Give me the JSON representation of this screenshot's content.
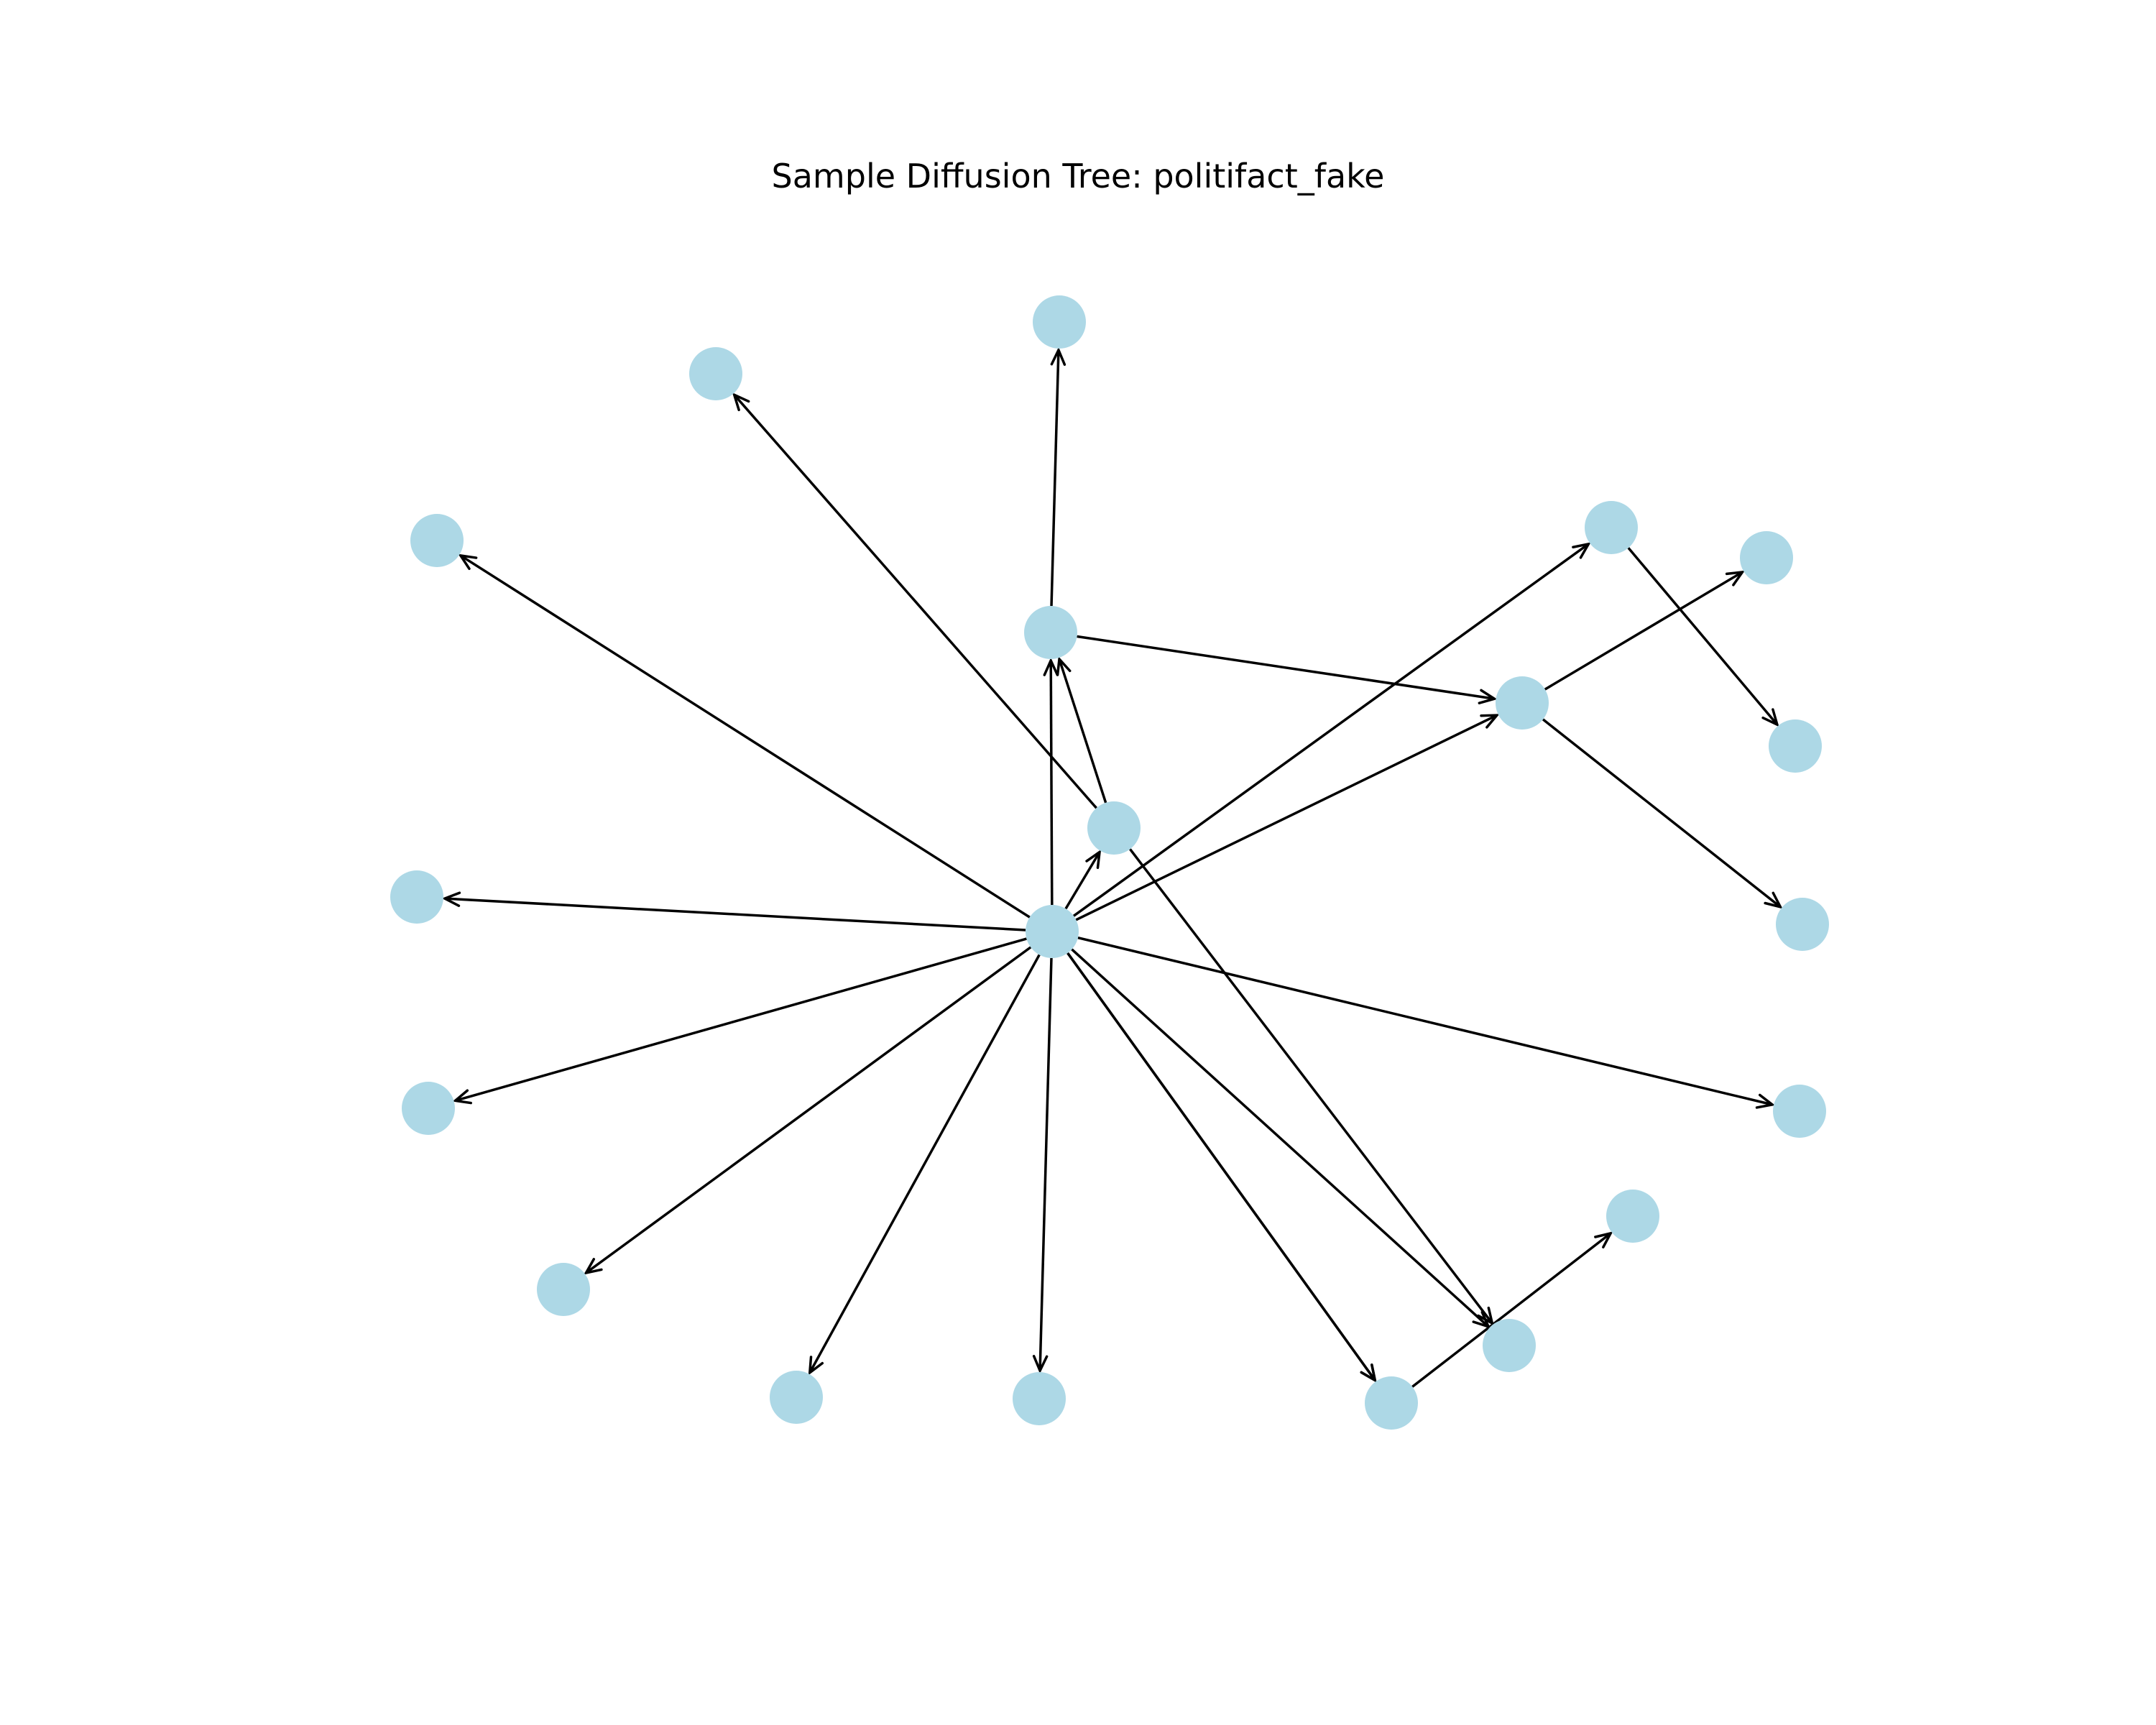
{
  "title": "Sample Diffusion Tree: politifact_fake",
  "node_color": "#add8e6",
  "edge_color": "#000000",
  "nodes": [
    "n0",
    "n1",
    "n2",
    "n3",
    "n4",
    "n5",
    "n6",
    "n7",
    "n8",
    "n9",
    "n10",
    "n11",
    "n12",
    "n13",
    "n14",
    "n15",
    "n16",
    "n17",
    "n18",
    "n19",
    "n20",
    "n21"
  ],
  "edges": [
    [
      "n0",
      "n1"
    ],
    [
      "n0",
      "n2"
    ],
    [
      "n0",
      "n4"
    ],
    [
      "n0",
      "n6"
    ],
    [
      "n0",
      "n7"
    ],
    [
      "n0",
      "n8"
    ],
    [
      "n0",
      "n11"
    ],
    [
      "n0",
      "n12"
    ],
    [
      "n0",
      "n13"
    ],
    [
      "n0",
      "n14"
    ],
    [
      "n0",
      "n15"
    ],
    [
      "n0",
      "n16"
    ],
    [
      "n0",
      "n17"
    ],
    [
      "n0",
      "n18"
    ],
    [
      "n1",
      "n2"
    ],
    [
      "n1",
      "n3"
    ],
    [
      "n1",
      "n19"
    ],
    [
      "n2",
      "n5"
    ],
    [
      "n2",
      "n4"
    ],
    [
      "n4",
      "n9"
    ],
    [
      "n4",
      "n10"
    ],
    [
      "n6",
      "n20"
    ],
    [
      "n18",
      "n21"
    ]
  ]
}
